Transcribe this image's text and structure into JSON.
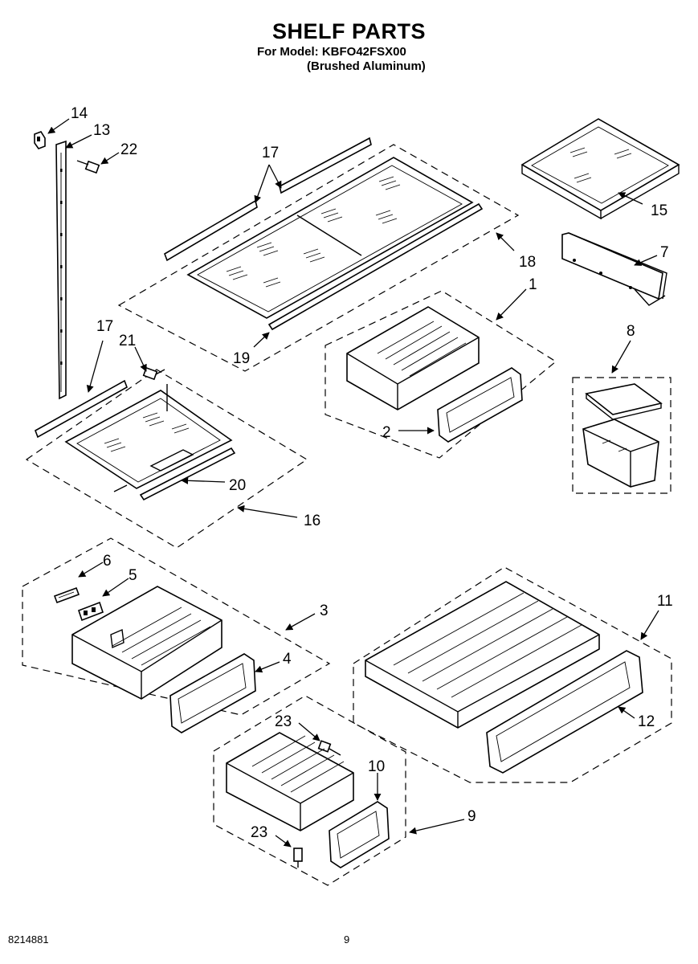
{
  "header": {
    "title": "SHELF PARTS",
    "model_line": "For Model: KBFO42FSX00",
    "finish_line": "(Brushed Aluminum)"
  },
  "callouts": {
    "c14": "14",
    "c13": "13",
    "c22": "22",
    "c17a": "17",
    "c17b": "17",
    "c15": "15",
    "c18": "18",
    "c7": "7",
    "c1": "1",
    "c19": "19",
    "c21": "21",
    "c8": "8",
    "c2": "2",
    "c20": "20",
    "c16": "16",
    "c6": "6",
    "c5": "5",
    "c3": "3",
    "c4": "4",
    "c11": "11",
    "c12": "12",
    "c23a": "23",
    "c10": "10",
    "c9": "9",
    "c23b": "23"
  },
  "footer": {
    "doc_number": "8214881",
    "page_number": "9"
  }
}
